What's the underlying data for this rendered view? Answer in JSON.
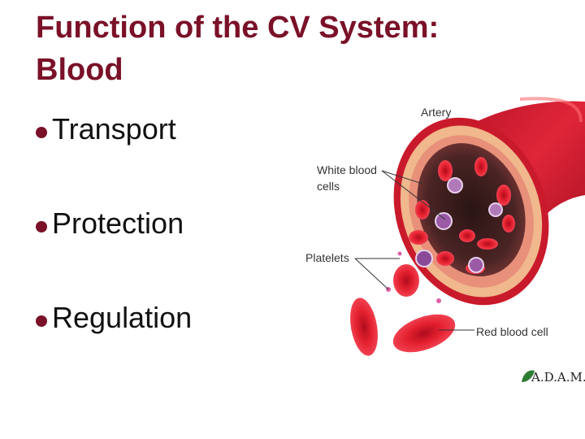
{
  "slide": {
    "title_line1": "Function of the CV System:",
    "title_line2": "Blood"
  },
  "bullets": [
    {
      "label": "Transport"
    },
    {
      "label": "Protection"
    },
    {
      "label": "Regulation"
    }
  ],
  "figure": {
    "labels": {
      "artery": "Artery",
      "white_blood_line1": "White blood",
      "white_blood_line2": "cells",
      "platelets": "Platelets",
      "red_blood_cell": "Red blood cell"
    },
    "logo": "A.D.A.M."
  },
  "colors": {
    "title": "#7a1128",
    "bullet": "#7a1128",
    "vessel": "#c8102e",
    "vessel_lumen": "#3a2020",
    "red_cell": "#e0182a",
    "white_cell": "#9a5aa6",
    "logo_leaf": "#2e7d32"
  }
}
